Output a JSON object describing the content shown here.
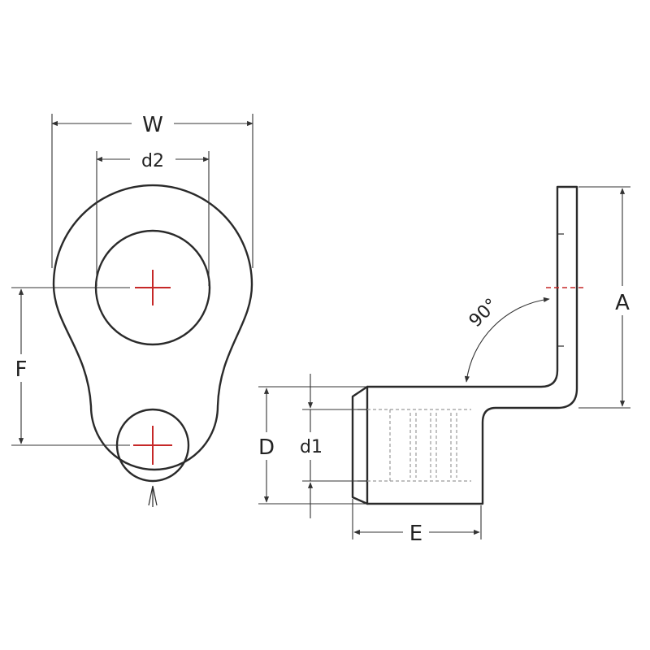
{
  "colors": {
    "outline": "#2a2a2a",
    "centerline": "#c62828",
    "hidden": "#9a9a9a",
    "background": "#ffffff"
  },
  "labels": {
    "W": "W",
    "d2": "d2",
    "F": "F",
    "A": "A",
    "D": "D",
    "d1": "d1",
    "E": "E",
    "angle": "90°"
  }
}
